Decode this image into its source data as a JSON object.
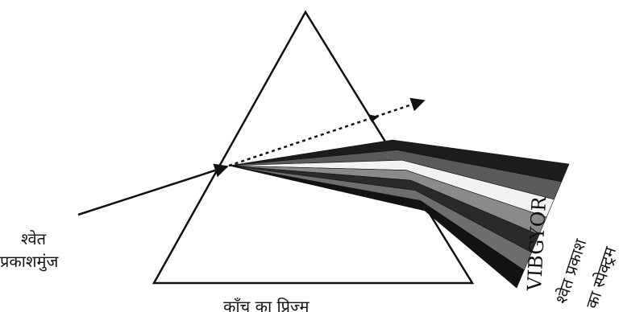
{
  "figure": {
    "incident_label_line1": "श्वेत",
    "incident_label_line2": "प्रकाशमुंज",
    "prism_label": "काँच का प्रिज्म",
    "spectrum_letters": "VIBGYOR",
    "spectrum_label_line1": "श्वेत प्रकाश",
    "spectrum_label_line2": "का स्पेक्ट्रम"
  },
  "colors": {
    "ink": "#111111",
    "band_shades": [
      "#1c1c1c",
      "#5a5a5a",
      "#f2f2f2",
      "#8a8a8a",
      "#2a2a2a",
      "#6e6e6e",
      "#121212"
    ]
  }
}
